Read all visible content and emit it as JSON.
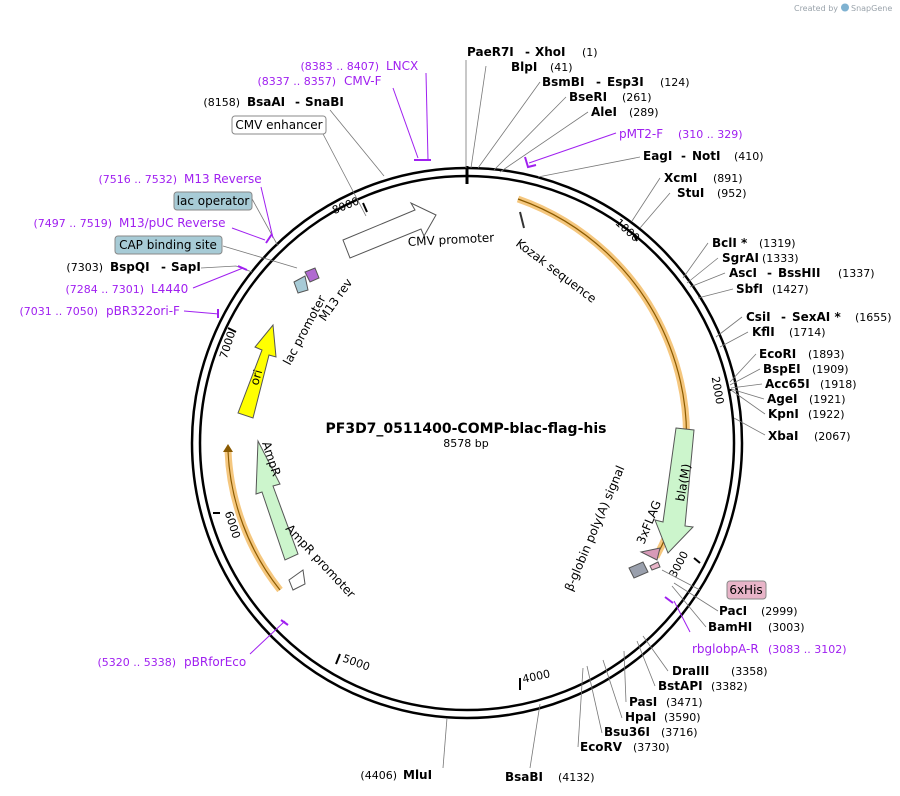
{
  "credit": {
    "created_by": "Created by",
    "brand": "SnapGene"
  },
  "plasmid": {
    "name": "PF3D7_0511400-COMP-blac-flag-his",
    "length_label": "8578 bp"
  },
  "ticks": [
    "1000",
    "2000",
    "3000",
    "4000",
    "5000",
    "6000",
    "7000",
    "8000"
  ],
  "enzymes": [
    {
      "name": "PaeR7I",
      "name2": "XhoI",
      "pos": "(1)"
    },
    {
      "name": "BlpI",
      "pos": "(41)"
    },
    {
      "name": "BsmBI",
      "name2": "Esp3I",
      "pos": "(124)"
    },
    {
      "name": "BseRI",
      "pos": "(261)"
    },
    {
      "name": "AleI",
      "pos": "(289)"
    },
    {
      "name": "EagI",
      "name2": "NotI",
      "pos": "(410)"
    },
    {
      "name": "XcmI",
      "pos": "(891)"
    },
    {
      "name": "StuI",
      "pos": "(952)"
    },
    {
      "name": "BclI *",
      "pos": "(1319)"
    },
    {
      "name": "SgrAI",
      "pos": "(1333)"
    },
    {
      "name": "AscI",
      "name2": "BssHII",
      "pos": "(1337)"
    },
    {
      "name": "SbfI",
      "pos": "(1427)"
    },
    {
      "name": "CsiI",
      "name2": "SexAI *",
      "pos": "(1655)"
    },
    {
      "name": "KflI",
      "pos": "(1714)"
    },
    {
      "name": "EcoRI",
      "pos": "(1893)"
    },
    {
      "name": "BspEI",
      "pos": "(1909)"
    },
    {
      "name": "Acc65I",
      "pos": "(1918)"
    },
    {
      "name": "AgeI",
      "pos": "(1921)"
    },
    {
      "name": "KpnI",
      "pos": "(1922)"
    },
    {
      "name": "XbaI",
      "pos": "(2067)"
    },
    {
      "name": "PacI",
      "pos": "(2999)"
    },
    {
      "name": "BamHI",
      "pos": "(3003)"
    },
    {
      "name": "DraIII",
      "pos": "(3358)"
    },
    {
      "name": "BstAPI",
      "pos": "(3382)"
    },
    {
      "name": "PasI",
      "pos": "(3471)"
    },
    {
      "name": "HpaI",
      "pos": "(3590)"
    },
    {
      "name": "Bsu36I",
      "pos": "(3716)"
    },
    {
      "name": "EcoRV",
      "pos": "(3730)"
    },
    {
      "name": "BsaBI",
      "pos": "(4132)"
    },
    {
      "name": "MluI",
      "pos": "(4406)"
    },
    {
      "name": "BspQI",
      "name2": "SapI",
      "pos": "(7303)"
    },
    {
      "name": "BsaAI",
      "name2": "SnaBI",
      "pos": "(8158)"
    }
  ],
  "primers": [
    {
      "name": "LNCX",
      "pos": "(8383 .. 8407)"
    },
    {
      "name": "CMV-F",
      "pos": "(8337 .. 8357)"
    },
    {
      "name": "pMT2-F",
      "pos": "(310 .. 329)"
    },
    {
      "name": "M13 Reverse",
      "pos": "(7516 .. 7532)"
    },
    {
      "name": "M13/pUC Reverse",
      "pos": "(7497 .. 7519)"
    },
    {
      "name": "L4440",
      "pos": "(7284 .. 7301)"
    },
    {
      "name": "pBR322ori-F",
      "pos": "(7031 .. 7050)"
    },
    {
      "name": "rbglobpA-R",
      "pos": "(3083 .. 3102)"
    },
    {
      "name": "pBRforEco",
      "pos": "(5320 .. 5338)"
    }
  ],
  "boxed_labels": {
    "cmv_enhancer": "CMV enhancer",
    "lac_operator": "lac operator",
    "cap_binding_site": "CAP binding site",
    "his6": "6xHis"
  },
  "features": {
    "cmv_promoter": "CMV promoter",
    "kozak": "Kozak sequence",
    "bla_m": "bla(M)",
    "flag3x": "3xFLAG",
    "bglobin": "β-globin poly(A) signal",
    "ori": "ori",
    "lac_promoter": "lac promoter",
    "m13_rev": "M13 rev",
    "ampr": "AmpR",
    "ampr_promoter": "AmpR promoter"
  },
  "colors": {
    "primer": "#a020f0",
    "ori": "#ffff00",
    "ampr": "#ccf5cc",
    "orf_highlight": "#f5c77e",
    "lac_box": "#a7cbd6",
    "his_box": "#e8b4c8",
    "flag": "#d79ab8",
    "polyA": "#9aa0ad"
  }
}
